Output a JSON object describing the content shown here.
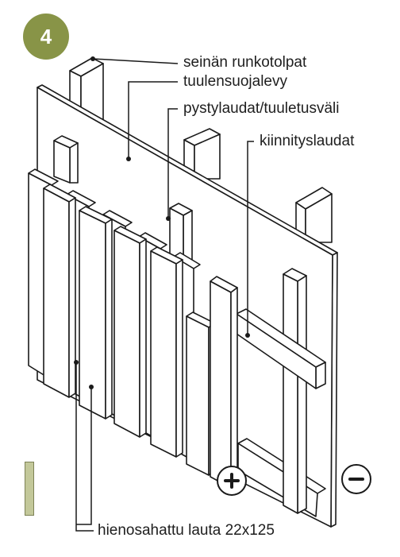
{
  "step": {
    "number": "4",
    "color": "#889447"
  },
  "labels": {
    "frame_studs": "seinän runkotolpat",
    "wind_barrier_board": "tuulensuojalevy",
    "battens_ventilation_gap": "pystylaudat/tuuletusväli",
    "mounting_battens": "kiinnityslaudat",
    "fine_sawn_board": "hienosahattu lauta 22x125"
  },
  "controls": {
    "zoom_in": {
      "icon": "plus-icon"
    },
    "zoom_out": {
      "icon": "minus-icon"
    }
  },
  "swatch": {
    "color": "#c3c89a"
  }
}
